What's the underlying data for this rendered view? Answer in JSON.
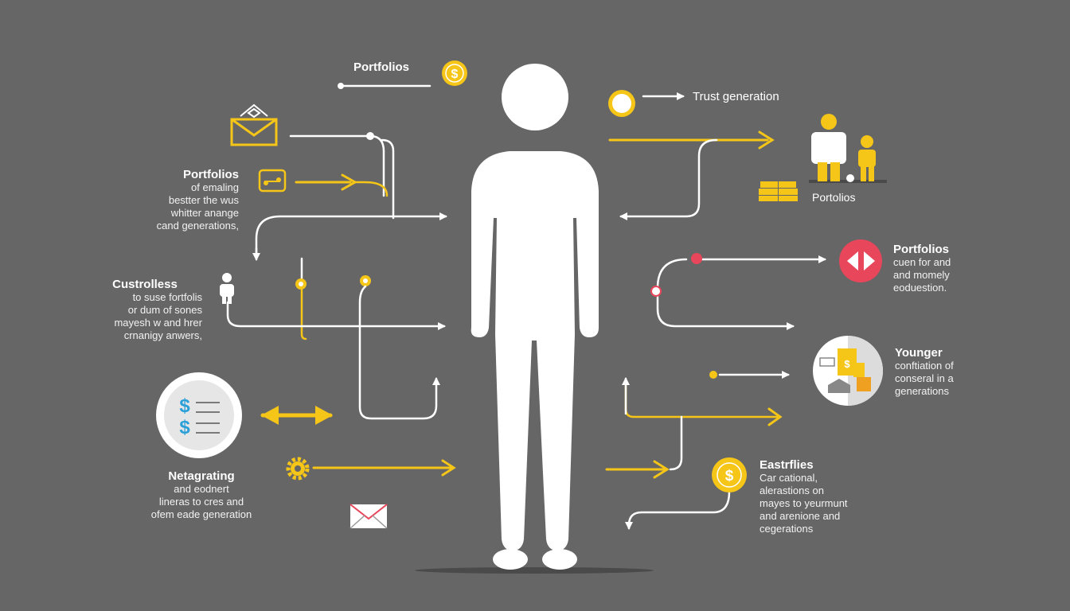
{
  "colors": {
    "background": "#666666",
    "figure": "#ffffff",
    "accent_yellow": "#f5c518",
    "accent_red": "#e8465a",
    "line_white": "#ffffff",
    "shadow": "#4a4a4a"
  },
  "icons": [
    "envelope-icon",
    "dollar-coin-icon",
    "coin-icon",
    "scale-icon",
    "person-icon",
    "family-icon",
    "gold-bars-icon",
    "play-buttons-icon",
    "building-icon",
    "ledger-icon",
    "gear-icon",
    "mail-icon"
  ],
  "labels": {
    "top_center": "Portfolios",
    "top_right": "Trust generation",
    "family": "Portolios",
    "left_1": {
      "title": "Portfolios",
      "lines": [
        "of emaling",
        "bestter the wus",
        "whitter anange",
        "cand generations,"
      ]
    },
    "left_2": {
      "title": "Custrolless",
      "lines": [
        "to suse fortfolis",
        "or dum of sones",
        "mayesh w and hrer",
        "crnanigy anwers,"
      ]
    },
    "left_3": {
      "title": "Netagrating",
      "lines": [
        "and eodnert",
        "lineras to cres and",
        "ofem eade generation"
      ]
    },
    "right_1": {
      "title": "Portfolios",
      "lines": [
        "cuen for and",
        "and momely",
        "eoduestion."
      ]
    },
    "right_2": {
      "title": "Younger",
      "lines": [
        "conftiation of",
        "conseral in a",
        "generations"
      ]
    },
    "right_3": {
      "title": "Eastrflies",
      "lines": [
        "Car cational,",
        "alerastions on",
        "mayes to yeurmunt",
        "and arenione and",
        "cegerations"
      ]
    }
  }
}
